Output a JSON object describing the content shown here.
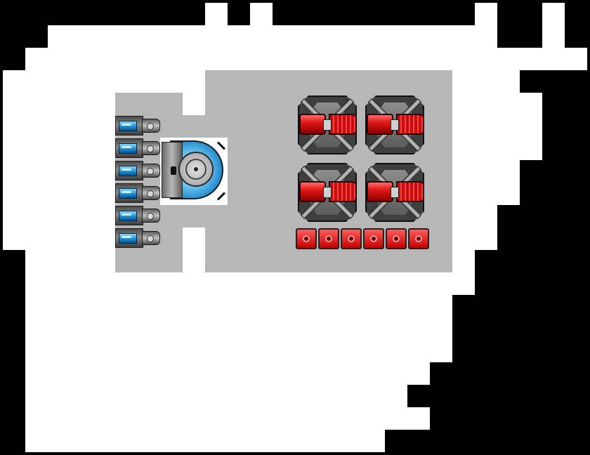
{
  "scene": {
    "type": "ship-layout-top-down",
    "background_color": "#000000",
    "hull_color": "#ffffff",
    "deck_color": "#b7b7b7"
  },
  "modules": {
    "thrusters": {
      "count": 6,
      "icon": "blue-thruster-icon"
    },
    "reactor": {
      "count": 1,
      "icon": "reactor-core-icon"
    },
    "turrets": {
      "count": 4,
      "icon": "red-cannon-turret-icon"
    },
    "ammo_crates": {
      "count": 6,
      "icon": "red-ammo-crate-icon"
    }
  }
}
